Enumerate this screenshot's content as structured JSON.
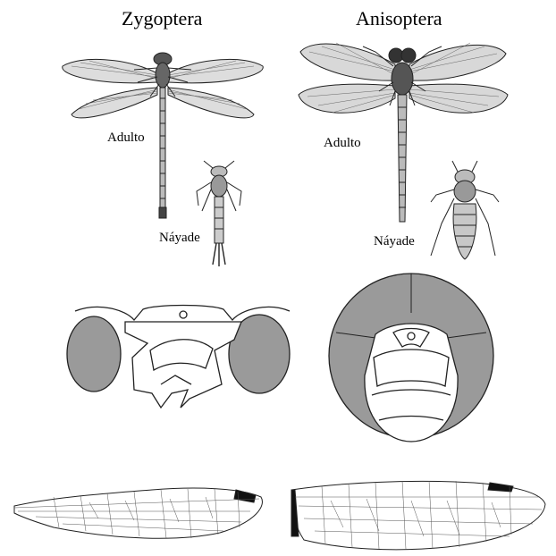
{
  "columns": {
    "left": {
      "title": "Zygoptera",
      "adult_label": "Adulto",
      "nymph_label": "Náyade"
    },
    "right": {
      "title": "Anisoptera",
      "adult_label": "Adulto",
      "nymph_label": "Náyade"
    }
  },
  "colors": {
    "line": "#222222",
    "eye_fill": "#9a9a9a",
    "wing_vein": "#444444",
    "background": "#ffffff"
  }
}
